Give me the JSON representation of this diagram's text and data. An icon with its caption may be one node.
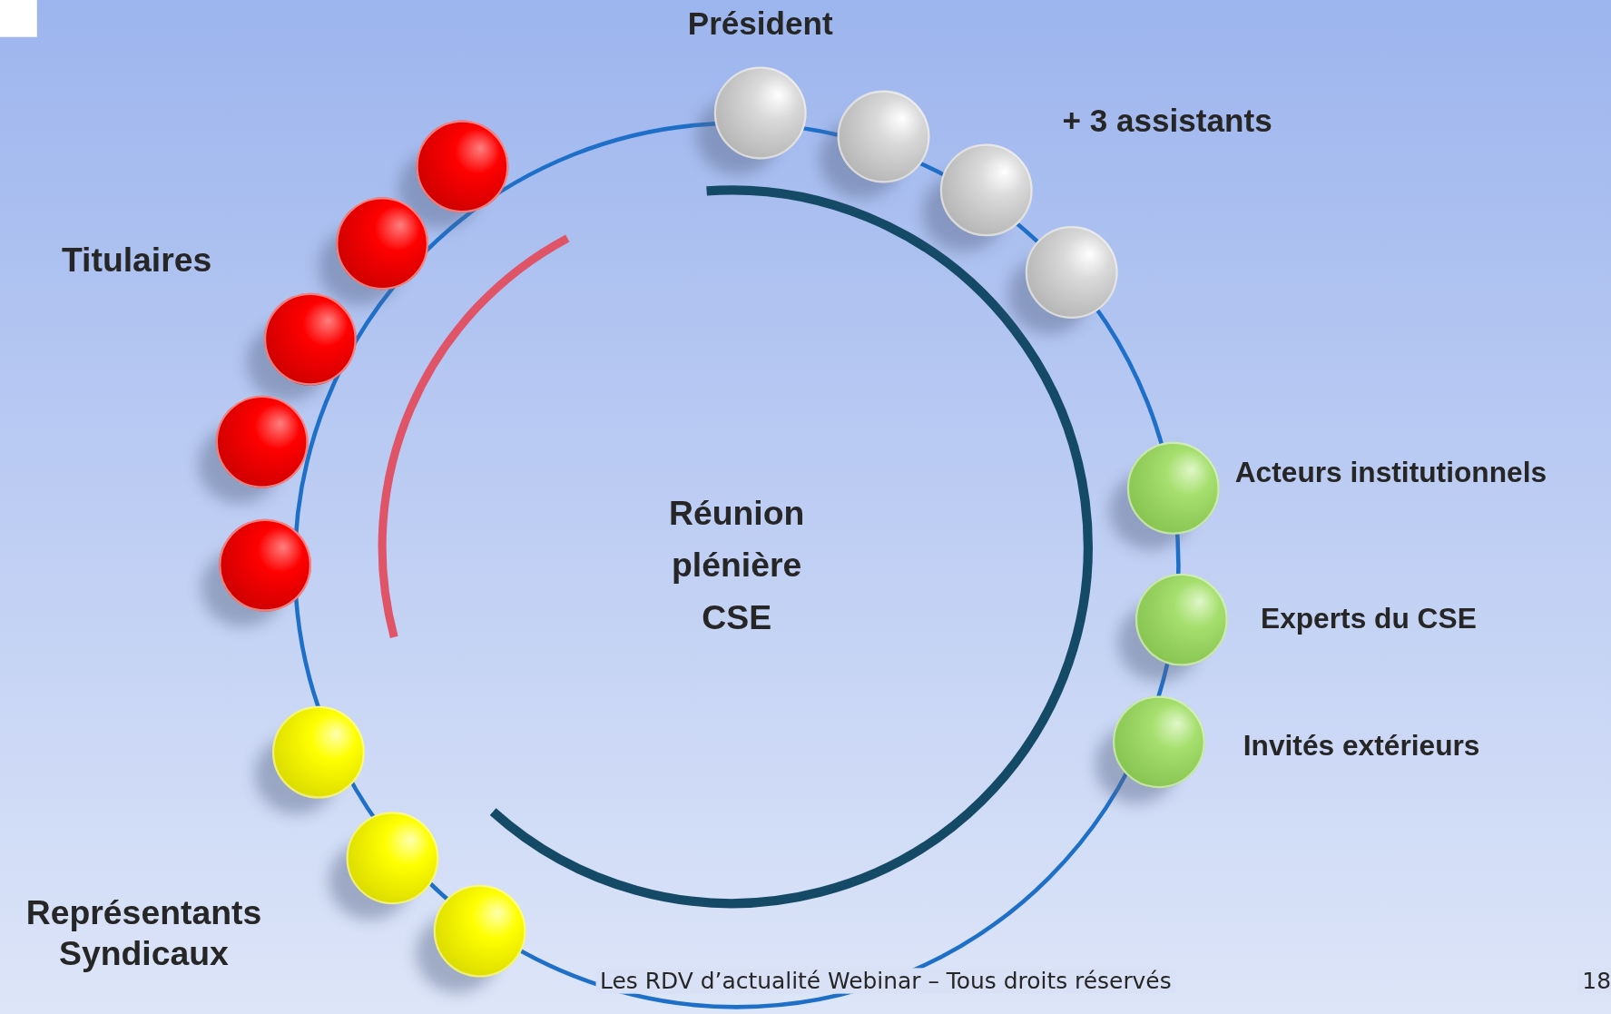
{
  "diagram": {
    "nodes": [
      {
        "text": [
          "Réunion plénière CSE"
        ]
      }
    ],
    "labels": [
      "Président",
      "+ 3 assistants",
      "Titulaires",
      "Acteurs institutionnels",
      "Experts du CSE",
      "Invités extérieurs",
      "Représentants Syndicaux",
      "Les RDV d’actualité Webinar – Tous droits réservés",
      "18"
    ]
  }
}
